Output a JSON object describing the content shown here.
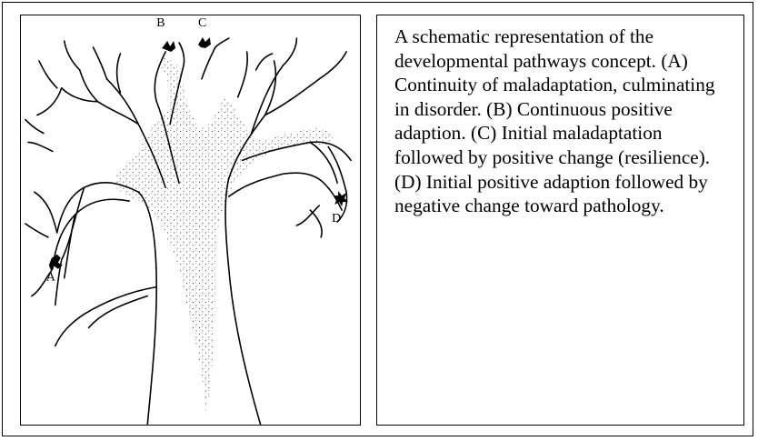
{
  "figure": {
    "labels": {
      "a": "A",
      "b": "B",
      "c": "C",
      "d": "D"
    },
    "caption": "A schematic representation of the developmental pathways concept. (A) Continuity of maladaptation, culminating in disorder. (B) Continuous positive adaption. (C) Initial maladaptation followed by positive change (resilience). (D) Initial positive adaption followed by negative change toward pathology."
  },
  "colors": {
    "ink": "#000000",
    "background": "#ffffff"
  }
}
